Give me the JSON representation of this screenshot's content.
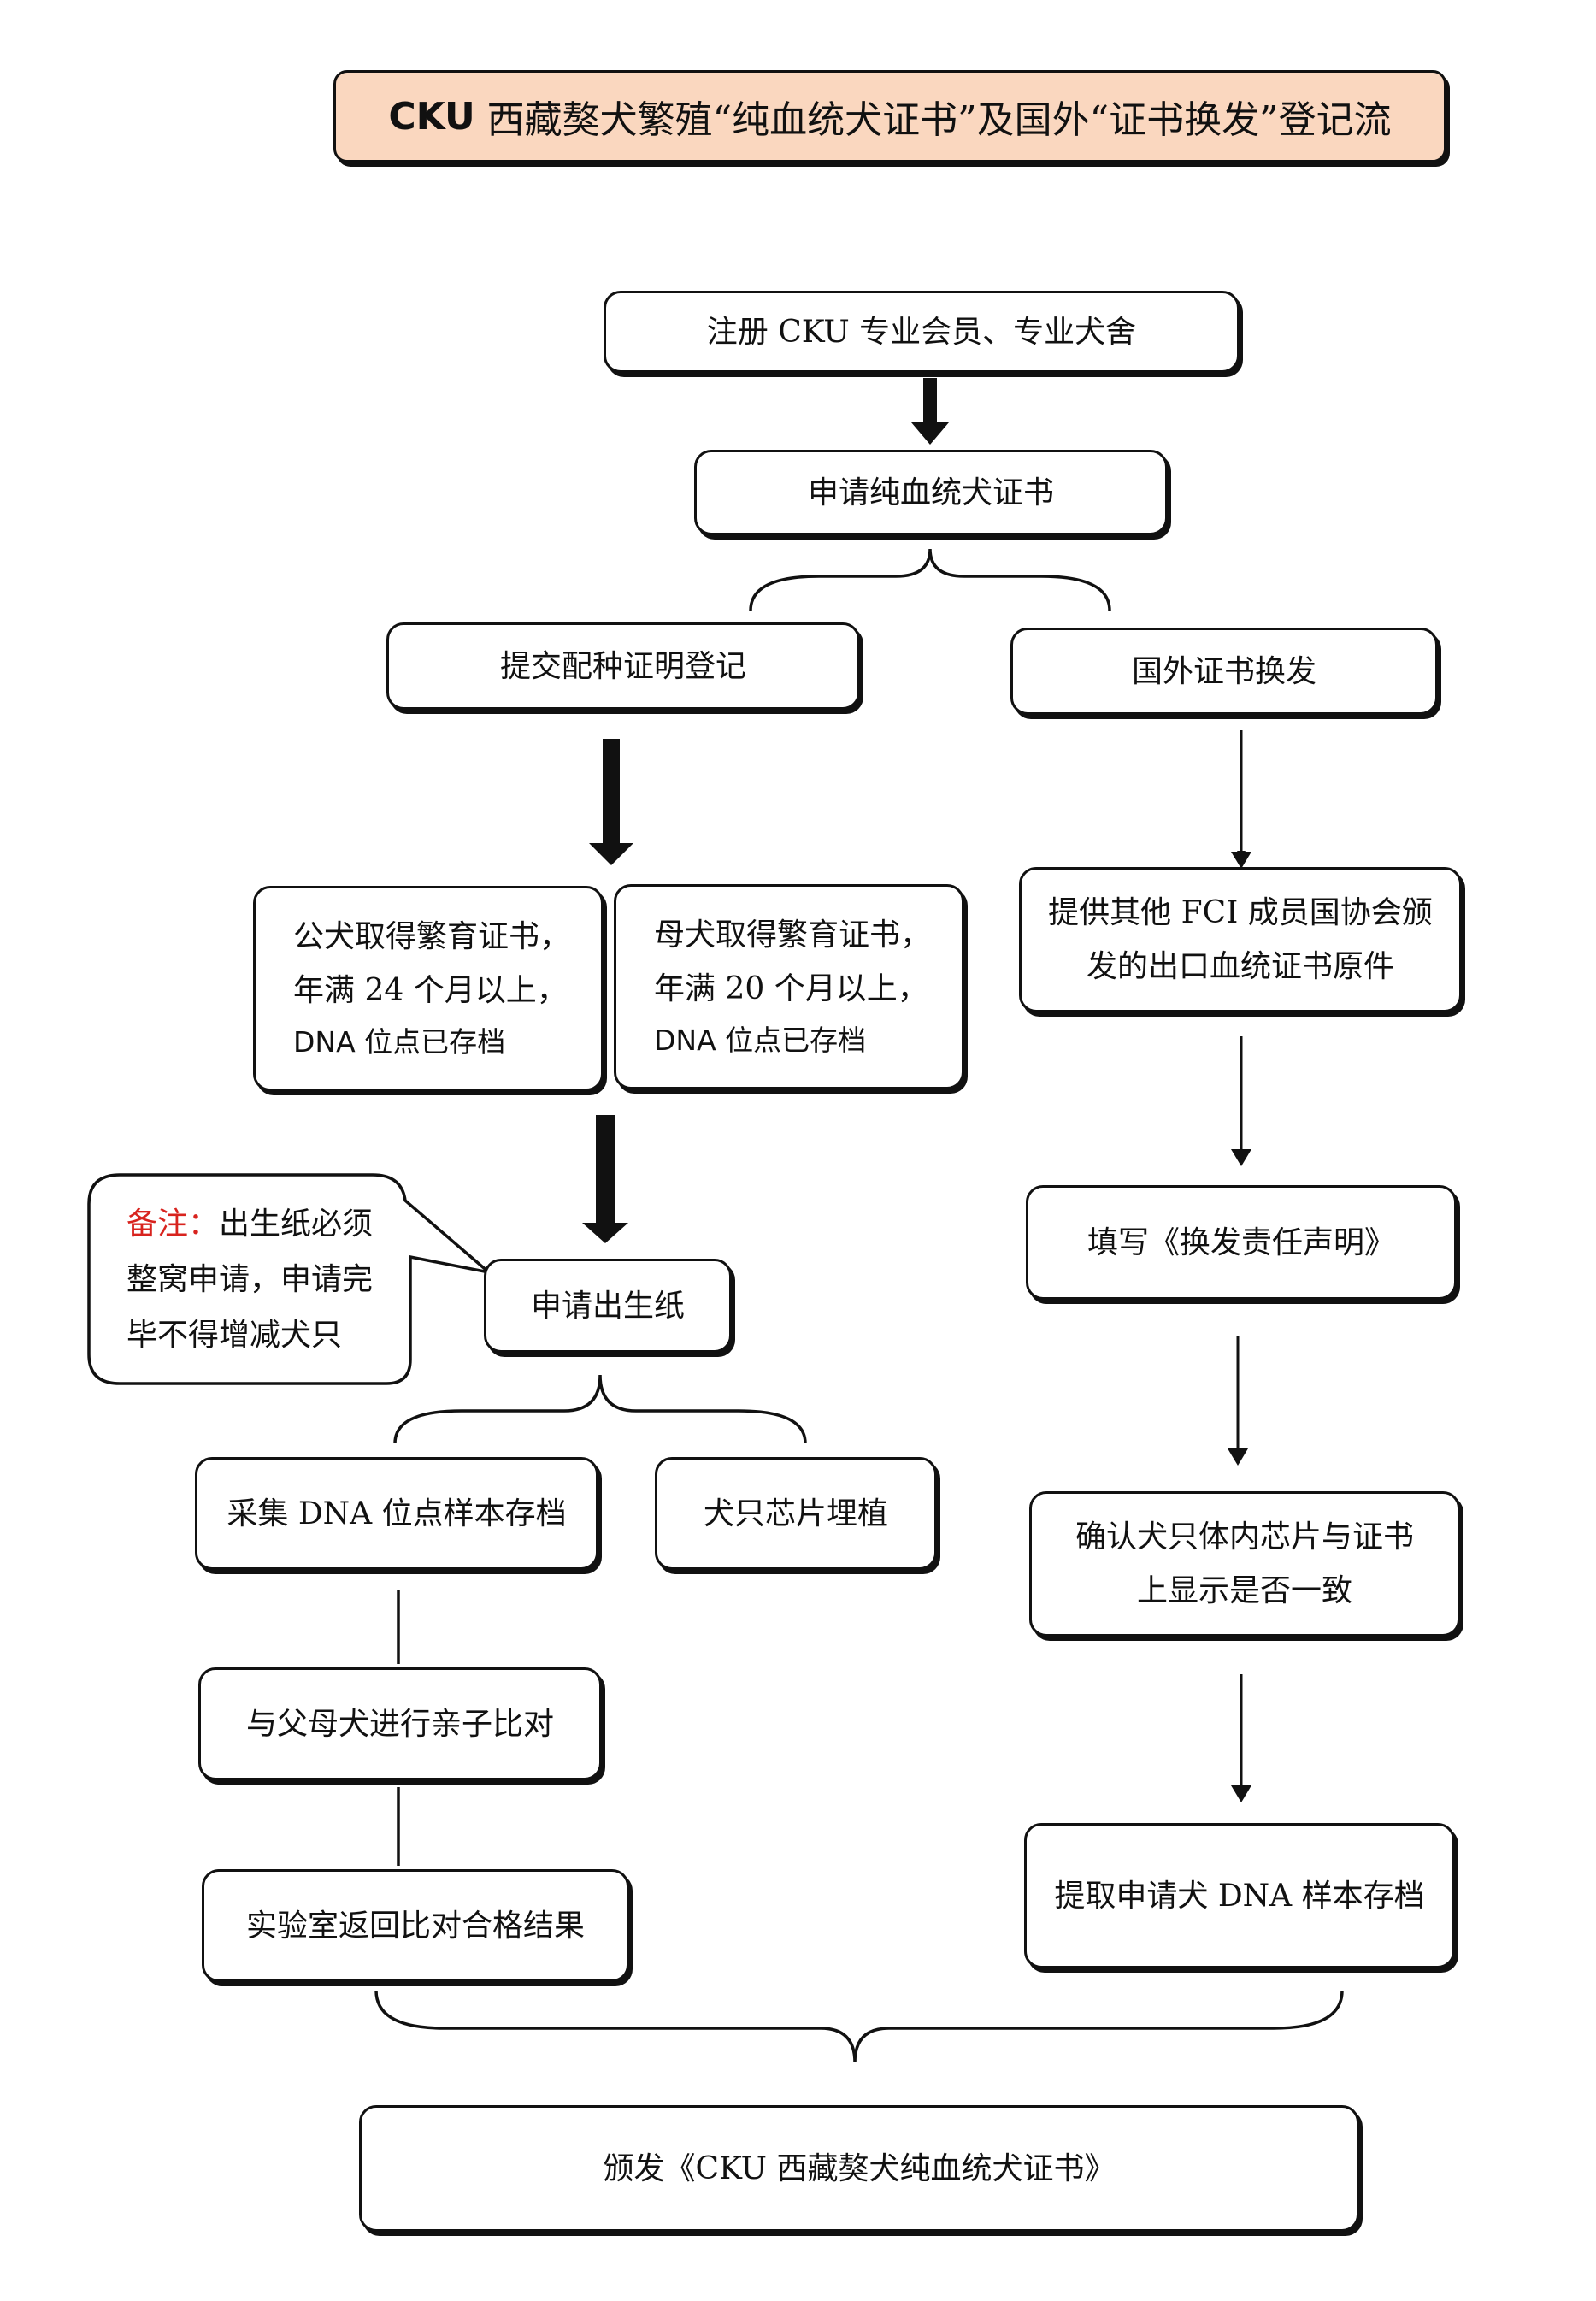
{
  "title": {
    "prefix": "CKU",
    "text": "西藏獒犬繁殖“纯血统犬证书”及国外“证书换发”登记流"
  },
  "nodes": {
    "register": "注册 CKU 专业会员、专业犬舍",
    "apply_cert": "申请纯血统犬证书",
    "breeding_reg": "提交配种证明登记",
    "foreign_exchange": "国外证书换发",
    "sire": {
      "line1": "公犬取得繁育证书，",
      "line2": "年满 24 个月以上，",
      "line3": "DNA 位点已存档"
    },
    "dam": {
      "line1": "母犬取得繁育证书，",
      "line2": "年满 20 个月以上，",
      "line3": "DNA 位点已存档"
    },
    "birth_paper": "申请出生纸",
    "collect_dna": "采集 DNA 位点样本存档",
    "chip": "犬只芯片埋植",
    "parent_compare": "与父母犬进行亲子比对",
    "lab_result": "实验室返回比对合格结果",
    "fci_original": {
      "line1": "提供其他 FCI 成员国协会颁",
      "line2": "发的出口血统证书原件"
    },
    "statement": "填写《换发责任声明》",
    "confirm_chip": {
      "line1": "确认犬只体内芯片与证书",
      "line2": "上显示是否一致"
    },
    "extract_dna": "提取申请犬 DNA 样本存档",
    "issue": "颁发《CKU 西藏獒犬纯血统犬证书》"
  },
  "note": {
    "label": "备注：",
    "line1": "出生纸必须",
    "line2": "整窝申请，申请完",
    "line3": "毕不得增减犬只"
  },
  "colors": {
    "title_bg": "#fad7bf",
    "note_label": "#d8231e",
    "stroke": "#111111"
  }
}
